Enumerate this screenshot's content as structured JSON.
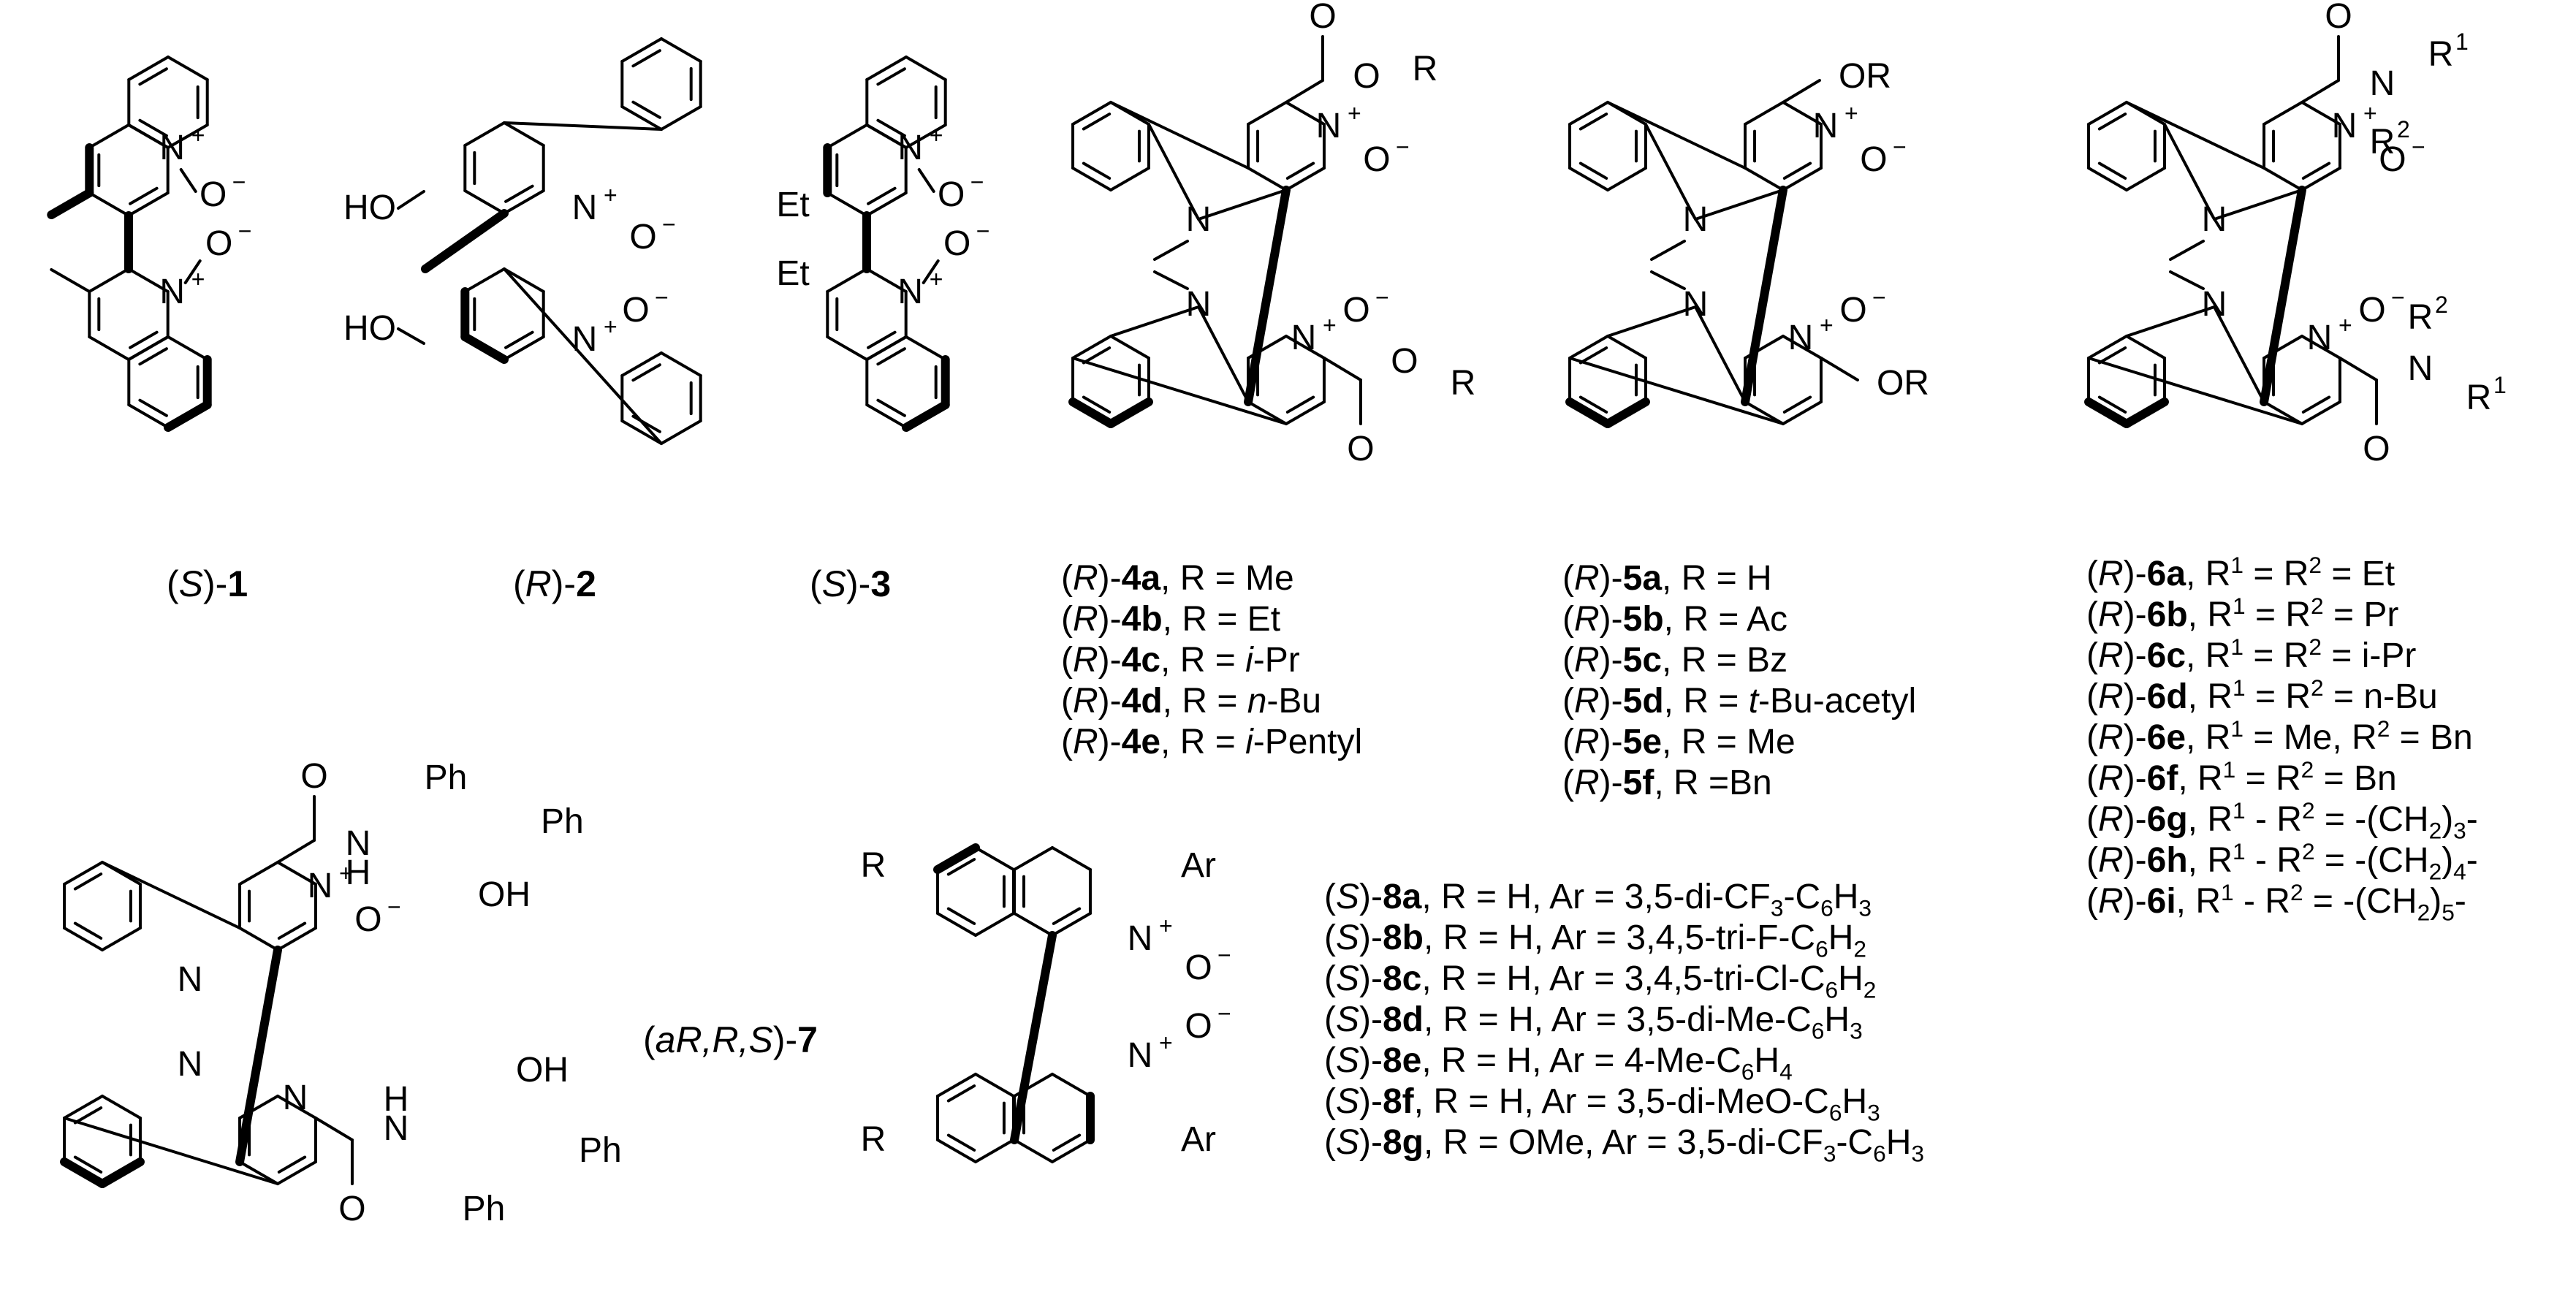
{
  "compounds": {
    "c1": {
      "pre": "(",
      "stereo": "S",
      "mid": ")-",
      "num": "1"
    },
    "c2": {
      "pre": "(",
      "stereo": "R",
      "mid": ")-",
      "num": "2"
    },
    "c3": {
      "pre": "(",
      "stereo": "S",
      "mid": ")-",
      "num": "3"
    },
    "c7": {
      "pre": "(",
      "stereo": "aR,R,S",
      "mid": ")-",
      "num": "7"
    }
  },
  "atoms": {
    "n_plus": "N",
    "plus": "+",
    "o_minus": "O",
    "minus": "−",
    "nitrogen": "N",
    "oxygen": "O",
    "ho": "HO",
    "oh": "OH",
    "et": "Et",
    "or": "OR",
    "r": "R",
    "r1": "R",
    "r1_sup": "1",
    "r2_sup": "2",
    "ph": "Ph",
    "h": "H",
    "ar": "Ar"
  },
  "series4": [
    {
      "pre": "(",
      "stereo": "R",
      "mid": ")-",
      "num": "4a",
      "text": ", R = Me"
    },
    {
      "pre": "(",
      "stereo": "R",
      "mid": ")-",
      "num": "4b",
      "text": ", R = Et"
    },
    {
      "pre": "(",
      "stereo": "R",
      "mid": ")-",
      "num": "4c",
      "text": ", R = ",
      "ital": "i",
      "tail": "-Pr"
    },
    {
      "pre": "(",
      "stereo": "R",
      "mid": ")-",
      "num": "4d",
      "text": ", R = ",
      "ital": "n",
      "tail": "-Bu"
    },
    {
      "pre": "(",
      "stereo": "R",
      "mid": ")-",
      "num": "4e",
      "text": ", R = ",
      "ital": "i",
      "tail": "-Pentyl"
    }
  ],
  "series5": [
    {
      "pre": "(",
      "stereo": "R",
      "mid": ")-",
      "num": "5a",
      "text": ", R = H"
    },
    {
      "pre": "(",
      "stereo": "R",
      "mid": ")-",
      "num": "5b",
      "text": ", R = Ac"
    },
    {
      "pre": "(",
      "stereo": "R",
      "mid": ")-",
      "num": "5c",
      "text": ", R = Bz"
    },
    {
      "pre": "(",
      "stereo": "R",
      "mid": ")-",
      "num": "5d",
      "text": ", R = ",
      "ital": "t",
      "tail": "-Bu-acetyl"
    },
    {
      "pre": "(",
      "stereo": "R",
      "mid": ")-",
      "num": "5e",
      "text": ", R = Me"
    },
    {
      "pre": "(",
      "stereo": "R",
      "mid": ")-",
      "num": "5f",
      "text": ",  R =Bn"
    }
  ],
  "series6": [
    {
      "pre": "(",
      "stereo": "R",
      "mid": ")-",
      "num": "6a",
      "text": ", R",
      "s1": "1",
      "text2": " = R",
      "s2": "2",
      "text3": " = Et"
    },
    {
      "pre": "(",
      "stereo": "R",
      "mid": ")-",
      "num": "6b",
      "text": ", R",
      "s1": "1",
      "text2": " = R",
      "s2": "2",
      "text3": " = Pr"
    },
    {
      "pre": "(",
      "stereo": "R",
      "mid": ")-",
      "num": "6c",
      "text": ", R",
      "s1": "1",
      "text2": " = R",
      "s2": "2",
      "text3": " = i-Pr"
    },
    {
      "pre": "(",
      "stereo": "R",
      "mid": ")-",
      "num": "6d",
      "text": ", R",
      "s1": "1",
      "text2": " = R",
      "s2": "2",
      "text3": " = n-Bu"
    },
    {
      "pre": "(",
      "stereo": "R",
      "mid": ")-",
      "num": "6e",
      "text": ", R",
      "s1": "1",
      "text2": " = Me, R",
      "s2": "2",
      "text3": " = Bn"
    },
    {
      "pre": "(",
      "stereo": "R",
      "mid": ")-",
      "num": "6f",
      "text": ",  R",
      "s1": "1",
      "text2": " = R",
      "s2": "2",
      "text3": " = Bn"
    },
    {
      "pre": "(",
      "stereo": "R",
      "mid": ")-",
      "num": "6g",
      "text": ", R",
      "s1": "1",
      "text2": " - R",
      "s2": "2",
      "text3": " = -(CH",
      "sub": "2",
      "text4": ")",
      "sub2": "3",
      "text5": "-"
    },
    {
      "pre": "(",
      "stereo": "R",
      "mid": ")-",
      "num": "6h",
      "text": ", R",
      "s1": "1",
      "text2": " - R",
      "s2": "2",
      "text3": " = -(CH",
      "sub": "2",
      "text4": ")",
      "sub2": "4",
      "text5": "-"
    },
    {
      "pre": "(",
      "stereo": "R",
      "mid": ")-",
      "num": "6i",
      "text": ", R",
      "s1": "1",
      "text2": " - R",
      "s2": "2",
      "text3": " = -(CH",
      "sub": "2",
      "text4": ")",
      "sub2": "5",
      "text5": "-"
    }
  ],
  "series8": [
    {
      "pre": "(",
      "stereo": "S",
      "mid": ")-",
      "num": "8a",
      "text": ", R = H, Ar = 3,5-di-CF",
      "sub": "3",
      "text2": "-C",
      "sub2": "6",
      "text3": "H",
      "sub3": "3"
    },
    {
      "pre": "(",
      "stereo": "S",
      "mid": ")-",
      "num": "8b",
      "text": ", R = H, Ar = 3,4,5-tri-F-C",
      "sub": "6",
      "text2": "H",
      "sub2": "2",
      "text3": "",
      "sub3": ""
    },
    {
      "pre": "(",
      "stereo": "S",
      "mid": ")-",
      "num": "8c",
      "text": ", R = H, Ar = 3,4,5-tri-Cl-C",
      "sub": "6",
      "text2": "H",
      "sub2": "2",
      "text3": "",
      "sub3": ""
    },
    {
      "pre": "(",
      "stereo": "S",
      "mid": ")-",
      "num": "8d",
      "text": ", R = H, Ar = 3,5-di-Me-C",
      "sub": "6",
      "text2": "H",
      "sub2": "3",
      "text3": "",
      "sub3": ""
    },
    {
      "pre": "(",
      "stereo": "S",
      "mid": ")-",
      "num": "8e",
      "text": ", R = H, Ar = 4-Me-C",
      "sub": "6",
      "text2": "H",
      "sub2": "4",
      "text3": "",
      "sub3": ""
    },
    {
      "pre": "(",
      "stereo": "S",
      "mid": ")-",
      "num": "8f",
      "text": ",  R = H, Ar = 3,5-di-MeO-C",
      "sub": "6",
      "text2": "H",
      "sub2": "3",
      "text3": "",
      "sub3": ""
    },
    {
      "pre": "(",
      "stereo": "S",
      "mid": ")-",
      "num": "8g",
      "text": ", R = OMe, Ar = 3,5-di-CF",
      "sub": "3",
      "text2": "-C",
      "sub2": "6",
      "text3": "H",
      "sub3": "3"
    }
  ]
}
